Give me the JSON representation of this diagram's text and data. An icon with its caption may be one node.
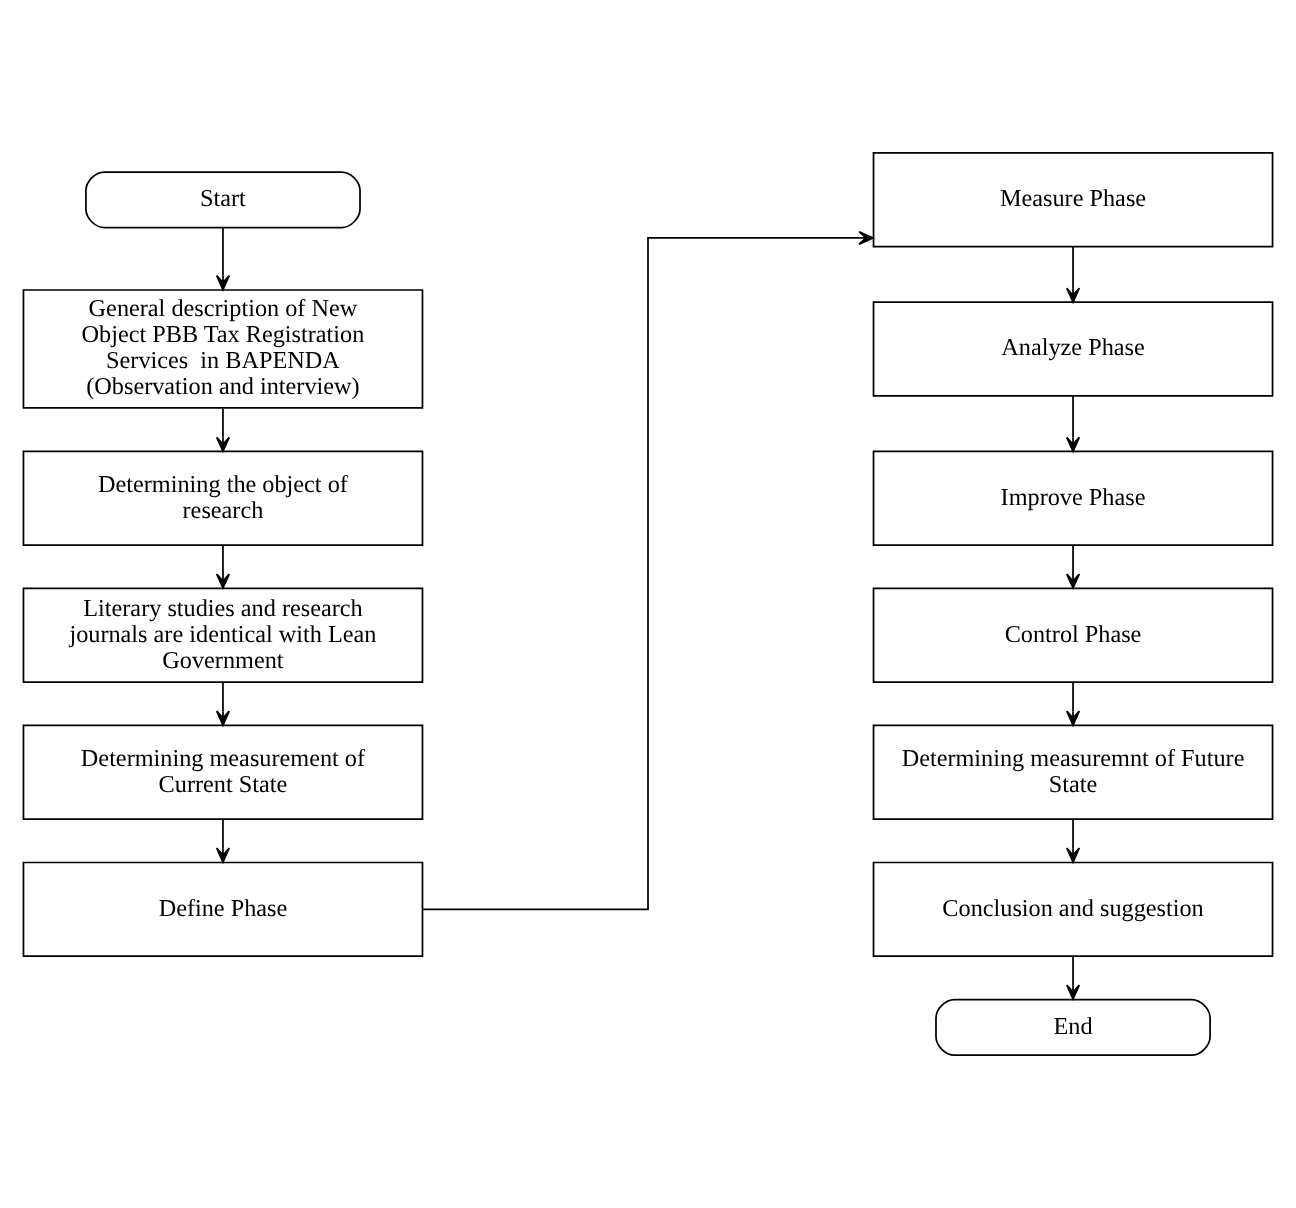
{
  "diagram": {
    "nodes": [
      {
        "text": [
          "Start"
        ]
      },
      {
        "text": [
          "General description of New Object PBB Tax Registration Services  in BAPENDA (Observation and interview)"
        ]
      },
      {
        "text": [
          "Determining the object of research"
        ]
      },
      {
        "text": [
          "Literary studies and research journals are identical with Lean Government"
        ]
      },
      {
        "text": [
          "Determining measurement of Current State"
        ]
      },
      {
        "text": [
          "Define Phase"
        ]
      },
      {
        "text": [
          "Measure Phase"
        ]
      },
      {
        "text": [
          "Analyze Phase"
        ]
      },
      {
        "text": [
          "Improve Phase"
        ]
      },
      {
        "text": [
          "Control Phase"
        ]
      },
      {
        "text": [
          "Determining measuremnt of Future State"
        ]
      },
      {
        "text": [
          "Conclusion and suggestion"
        ]
      },
      {
        "text": [
          "End"
        ]
      }
    ],
    "edges": [
      {
        "from": 0,
        "to": 1,
        "arrow": "to"
      },
      {
        "from": 1,
        "to": 2,
        "arrow": "to"
      },
      {
        "from": 2,
        "to": 3,
        "arrow": "to"
      },
      {
        "from": 3,
        "to": 4,
        "arrow": "to"
      },
      {
        "from": 4,
        "to": 5,
        "arrow": "to"
      },
      {
        "from": 5,
        "to": 6,
        "arrow": "to"
      },
      {
        "from": 6,
        "to": 7,
        "arrow": "to"
      },
      {
        "from": 7,
        "to": 8,
        "arrow": "to"
      },
      {
        "from": 8,
        "to": 9,
        "arrow": "to"
      },
      {
        "from": 9,
        "to": 10,
        "arrow": "to"
      },
      {
        "from": 10,
        "to": 11,
        "arrow": "to"
      },
      {
        "from": 11,
        "to": 12,
        "arrow": "to"
      }
    ]
  }
}
